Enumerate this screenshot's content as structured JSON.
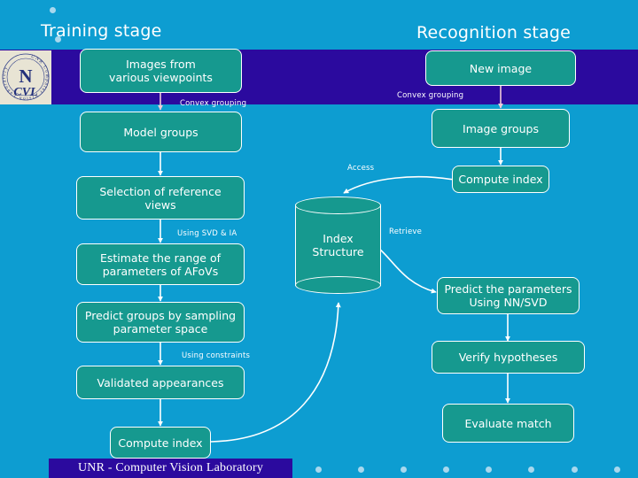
{
  "slide": {
    "background_color": "#0d9dd1",
    "band_color": "#2b0a9e",
    "node_fill": "#16998f",
    "node_border": "#ffffff",
    "text_color": "#ffffff",
    "dot_color": "#a8d8ee"
  },
  "titles": {
    "training": "Training stage",
    "recognition": "Recognition stage"
  },
  "logo": {
    "mark": "N",
    "sub": "CVL",
    "ring_text": "UNR Computer Vision Laboratory"
  },
  "footer": {
    "text": "UNR - Computer Vision Laboratory"
  },
  "training_nodes": [
    {
      "id": "images-from-various-viewpoints",
      "label": "Images from\nvarious viewpoints"
    },
    {
      "id": "model-groups",
      "label": "Model groups"
    },
    {
      "id": "selection-of-reference-views",
      "label": "Selection of reference\nviews"
    },
    {
      "id": "estimate-range-of-parameters",
      "label": "Estimate the range of\nparameters of AFoVs"
    },
    {
      "id": "predict-groups-by-sampling",
      "label": "Predict groups by sampling\nparameter space"
    },
    {
      "id": "validated-appearances",
      "label": "Validated appearances"
    },
    {
      "id": "compute-index-training",
      "label": "Compute index"
    }
  ],
  "recognition_nodes": [
    {
      "id": "new-image",
      "label": "New image"
    },
    {
      "id": "image-groups",
      "label": "Image groups"
    },
    {
      "id": "compute-index-recognition",
      "label": "Compute index"
    },
    {
      "id": "predict-the-parameters",
      "label": "Predict the parameters\nUsing NN/SVD"
    },
    {
      "id": "verify-hypotheses",
      "label": "Verify hypotheses"
    },
    {
      "id": "evaluate-match",
      "label": "Evaluate match"
    }
  ],
  "database": {
    "id": "index-structure",
    "label": "Index\nStructure"
  },
  "edge_labels": [
    {
      "id": "convex-grouping-training",
      "text": "Convex grouping"
    },
    {
      "id": "convex-grouping-recognition",
      "text": "Convex grouping"
    },
    {
      "id": "using-svd-ia",
      "text": "Using SVD & IA"
    },
    {
      "id": "using-constraints",
      "text": "Using constraints"
    },
    {
      "id": "access",
      "text": "Access"
    },
    {
      "id": "retrieve",
      "text": "Retrieve"
    }
  ]
}
